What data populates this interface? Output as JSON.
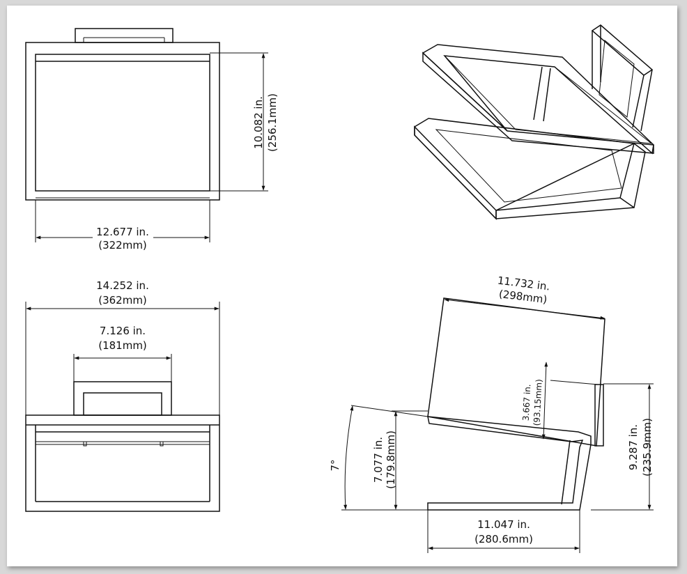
{
  "front_view": {
    "height_in": "10.082 in.",
    "height_mm": "(256.1mm)",
    "width_in": "12.677 in.",
    "width_mm": "(322mm)"
  },
  "bottom_left_view": {
    "overall_in": "14.252 in.",
    "overall_mm": "(362mm)",
    "inner_in": "7.126 in.",
    "inner_mm": "(181mm)"
  },
  "side_view": {
    "top_in": "11.732 in.",
    "top_mm": "(298mm)",
    "mid_in": "3.667 in.",
    "mid_mm": "(93.15mm)",
    "right_in": "9.287 in.",
    "right_mm": "(235.9mm)",
    "left_in": "7.077 in.",
    "left_mm": "(179.8mm)",
    "angle": "7°",
    "bottom_in": "11.047 in.",
    "bottom_mm": "(280.6mm)"
  }
}
